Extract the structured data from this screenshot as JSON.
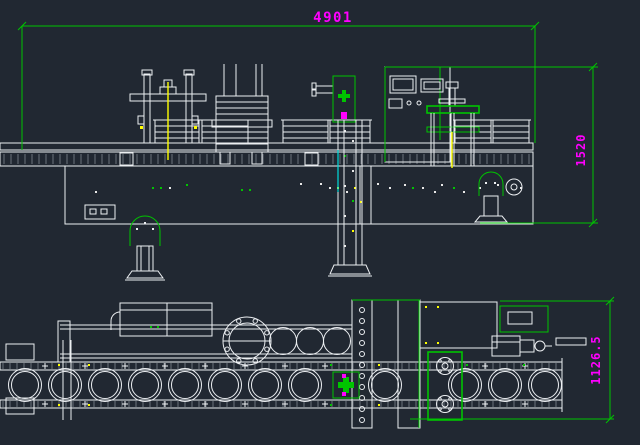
{
  "canvas": {
    "background": "#212832"
  },
  "dimensions": {
    "overall_length": {
      "value": "4901",
      "orientation": "horizontal"
    },
    "machine_height": {
      "value": "1520",
      "orientation": "vertical"
    },
    "conveyor_width": {
      "value": "1126.5",
      "orientation": "vertical"
    }
  },
  "colors": {
    "background": "#212832",
    "drawing_line": "#eceff2",
    "dimension_line": "#00c400",
    "dimension_text": "#ff00ff",
    "accent_green": "#00c400",
    "accent_yellow": "#ffff00",
    "accent_magenta": "#ff00ff",
    "accent_cyan": "#00dcdc"
  }
}
